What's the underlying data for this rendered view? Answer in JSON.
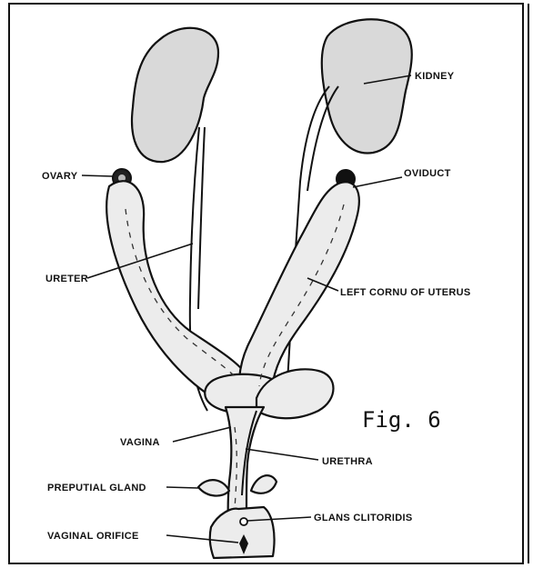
{
  "labels": {
    "kidney": "KIDNEY",
    "ovary": "OVARY",
    "oviduct": "OVIDUCT",
    "ureter": "URETER",
    "left_cornu": "LEFT CORNU OF UTERUS",
    "vagina": "VAGINA",
    "urethra": "URETHRA",
    "preputial_gland": "PREPUTIAL GLAND",
    "glans_clitoridis": "GLANS CLITORIDIS",
    "vaginal_orifice": "VAGINAL ORIFICE"
  },
  "figure_caption": "Fig. 6"
}
